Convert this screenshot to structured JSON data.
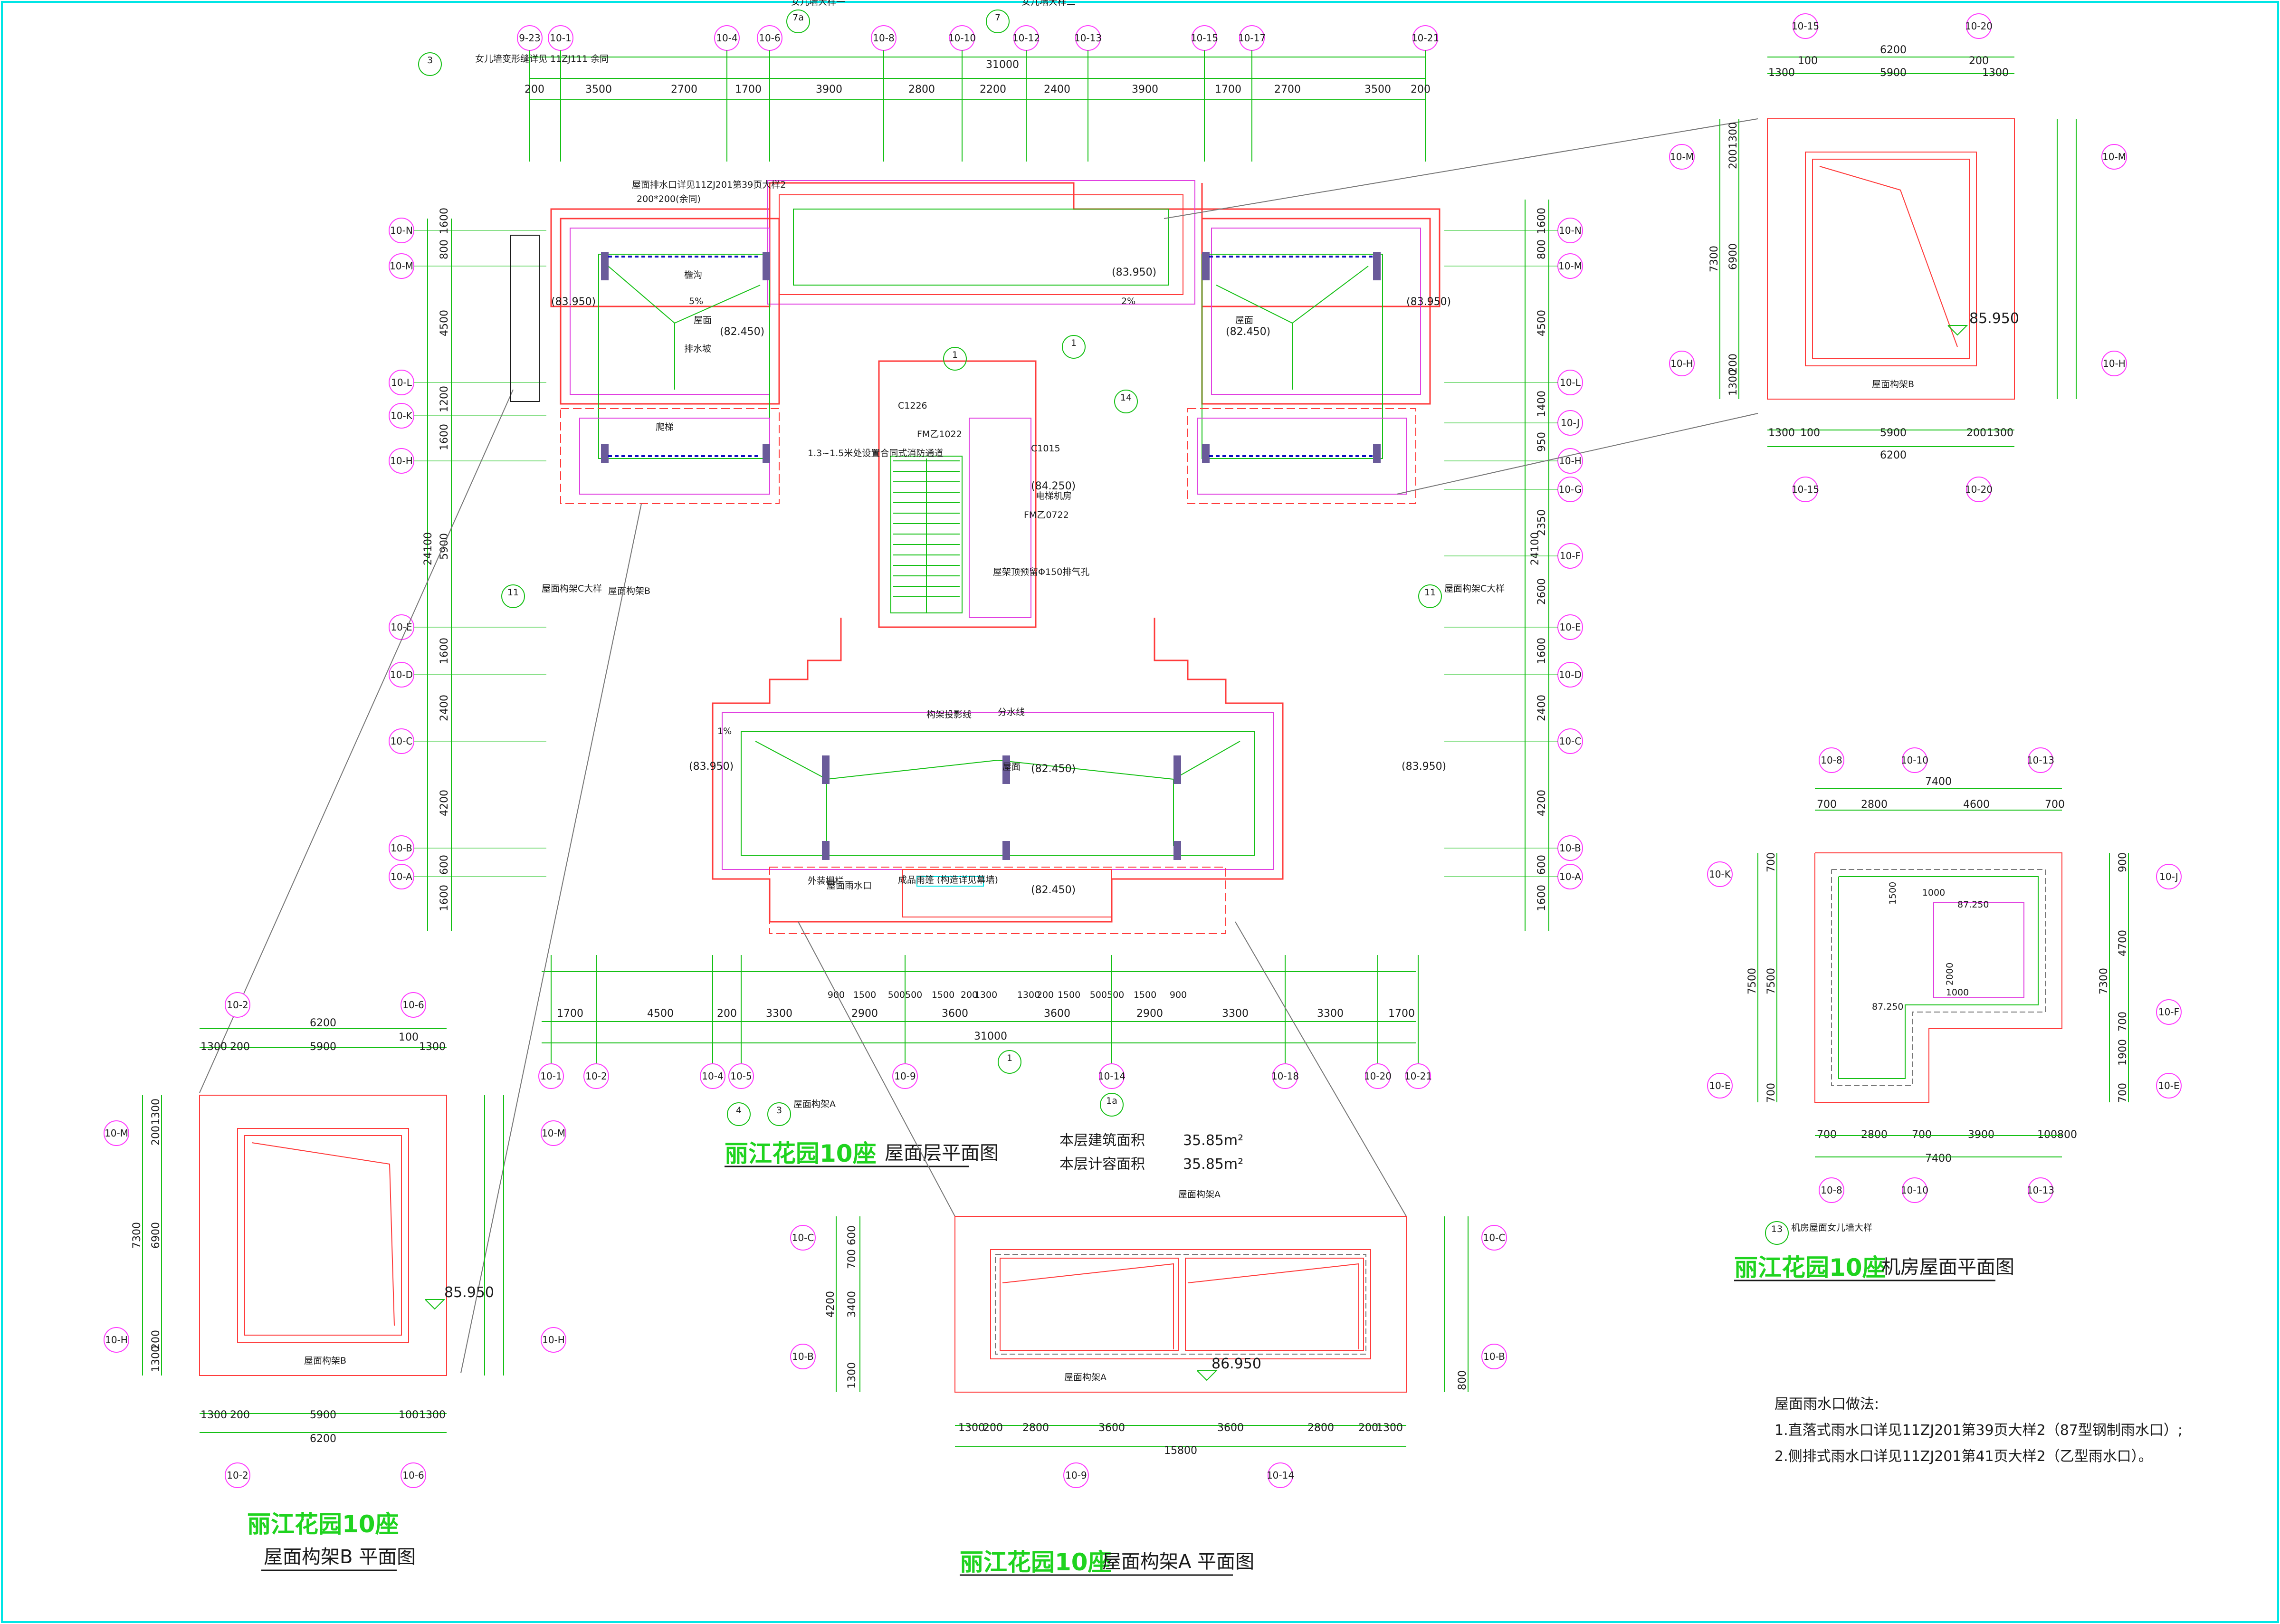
{
  "colors": {
    "background": "#ffffff",
    "frame": "#00e5e5",
    "wall": "#ff3b3b",
    "parapet": "#e040e0",
    "dimension": "#15c015",
    "axis_bubble": "#ff3bff",
    "title": "#1fd31f",
    "structure": "#6a5b9a"
  },
  "main_plan": {
    "title": "丽江花园10座",
    "subtitle": "屋面层平面图",
    "area_lines": [
      "本层建筑面积",
      "本层计容面积"
    ],
    "area_values": [
      "35.85m²",
      "35.85m²"
    ],
    "top_axes": [
      "9-23",
      "10-1",
      "10-4",
      "10-6",
      "10-8",
      "10-10",
      "10-12",
      "10-13",
      "10-15",
      "10-17",
      "10-21"
    ],
    "top_total": "31000",
    "top_dims": [
      "200",
      "3500",
      "2700",
      "1700",
      "3900",
      "2800",
      "2200",
      "2400",
      "3900",
      "1700",
      "2700",
      "3500",
      "200"
    ],
    "bottom_axes": [
      "10-1",
      "10-2",
      "10-4",
      "10-5",
      "10-9",
      "10-14",
      "10-18",
      "10-20",
      "10-21"
    ],
    "bottom_total": "31000",
    "bottom_dims": [
      "1700",
      "4500",
      "200",
      "3300",
      "2900",
      "3600",
      "3600",
      "2900",
      "3300",
      "3300",
      "1700"
    ],
    "bottom_upper_dims": [
      "900",
      "1500",
      "500500",
      "1500",
      "200",
      "1300",
      "1300",
      "200",
      "1500",
      "500500",
      "1500",
      "900"
    ],
    "left_axes": [
      "10-N",
      "10-M",
      "10-L",
      "10-K",
      "10-H",
      "10-E",
      "10-D",
      "10-C",
      "10-B",
      "10-A"
    ],
    "left_dims": [
      "1600",
      "800",
      "4500",
      "1200",
      "1600",
      "5900",
      "1600",
      "2400",
      "4200",
      "600",
      "1600"
    ],
    "left_total": "24100",
    "right_axes": [
      "10-N",
      "10-M",
      "10-L",
      "10-J",
      "10-H",
      "10-G",
      "10-F",
      "10-E",
      "10-D",
      "10-C",
      "10-B",
      "10-A"
    ],
    "right_dims": [
      "1600",
      "800",
      "4500",
      "1400",
      "950",
      "2350",
      "2600",
      "1600",
      "2400",
      "4200",
      "600",
      "1600"
    ],
    "right_total": "24100",
    "elevations": [
      "(83.950)",
      "(83.950)",
      "(83.950)",
      "(83.950)",
      "(83.950)",
      "(82.450)",
      "(82.450)",
      "(82.450)",
      "(84.250)",
      "(82.450)"
    ],
    "labels": [
      "屋面",
      "屋面",
      "屋面",
      "檐沟",
      "分水线",
      "构架投影线",
      "排水坡",
      "爬梯",
      "电梯机房",
      "屋面排水口详见11ZJ201第39页大样2",
      "200*200(余同)",
      "C1226",
      "C1015",
      "FM乙1022",
      "FM乙0722",
      "屋面构架B",
      "屋面构架A",
      "屋面构架C大样",
      "屋面构架C大样",
      "成品雨篷 (构造详见幕墙)",
      "外装栅栏",
      "屋面雨水口",
      "5%",
      "2%",
      "1%",
      "女儿墙大样一",
      "女儿墙大样二",
      "女儿墙变形缝详见 11ZJ111 余同",
      "屋面构架A",
      "1.3~1.5米处设置合同式消防通道",
      "屋架顶预留Φ150排气孔"
    ],
    "index_marks": [
      "3",
      "7a",
      "7",
      "1",
      "1",
      "14",
      "11",
      "11",
      "4",
      "3",
      "1",
      "1a"
    ]
  },
  "frame_b_top": {
    "subtitle": "屋面构架B",
    "elev": "85.950",
    "axes_top": [
      "10-15",
      "10-20"
    ],
    "axes_side_left": [
      "10-M",
      "10-H"
    ],
    "axes_side_right": [
      "10-M",
      "10-H"
    ],
    "top_dims": [
      "6200",
      "100",
      "200",
      "1300",
      "5900",
      "1300"
    ],
    "bottom_dims": [
      "1300",
      "100",
      "5900",
      "200",
      "1300",
      "6200"
    ],
    "side_dims": [
      "1300",
      "200",
      "6900",
      "7300",
      "200",
      "1300"
    ]
  },
  "frame_b_bottom": {
    "title": "丽江花园10座",
    "subtitle": "屋面构架B 平面图",
    "inner_label": "屋面构架B",
    "elev": "85.950",
    "axes": [
      "10-2",
      "10-6",
      "10-M",
      "10-H",
      "10-M",
      "10-H",
      "10-2",
      "10-6"
    ],
    "top_dims": [
      "6200",
      "1300",
      "200",
      "5900",
      "100",
      "1300"
    ],
    "bottom_dims": [
      "1300",
      "200",
      "5900",
      "100",
      "1300",
      "6200"
    ],
    "side_dims": [
      "1300",
      "200",
      "6900",
      "7300",
      "200",
      "1300"
    ]
  },
  "frame_a": {
    "title": "丽江花园10座",
    "subtitle": "屋面构架A 平面图",
    "inner_label": "屋面构架A",
    "elev": "86.950",
    "axes": [
      "10-C",
      "10-B",
      "10-C",
      "10-B",
      "10-9",
      "10-14"
    ],
    "bottom_dims": [
      "1300",
      "200",
      "2800",
      "3600",
      "3600",
      "2800",
      "200",
      "1300"
    ],
    "bottom_total": "15800",
    "side_dims": [
      "600",
      "700",
      "3400",
      "4200",
      "1300",
      "800"
    ]
  },
  "machine_room": {
    "title": "丽江花园10座",
    "subtitle": "机房屋面平面图",
    "elevs": [
      "87.250",
      "87.250"
    ],
    "axes_top": [
      "10-8",
      "10-10",
      "10-13"
    ],
    "axes_left": [
      "10-K",
      "10-E"
    ],
    "axes_right": [
      "10-J",
      "10-F",
      "10-E"
    ],
    "top_dims": [
      "7400",
      "700",
      "2800",
      "4600",
      "700"
    ],
    "bottom_dims": [
      "700",
      "2800",
      "700",
      "3900",
      "100800",
      "7400"
    ],
    "inner_dims": [
      "1500",
      "1000",
      "2000",
      "1000"
    ],
    "side_dims": [
      "700",
      "7500",
      "7500",
      "700",
      "900",
      "4700",
      "7300",
      "700",
      "1900",
      "700"
    ],
    "index": "13",
    "index_text": "机房屋面女儿墙大样"
  },
  "notes": {
    "heading": "屋面雨水口做法:",
    "lines": [
      "1.直落式雨水口详见11ZJ201第39页大样2（87型钢制雨水口）;",
      "2.侧排式雨水口详见11ZJ201第41页大样2（乙型雨水口）。"
    ]
  }
}
